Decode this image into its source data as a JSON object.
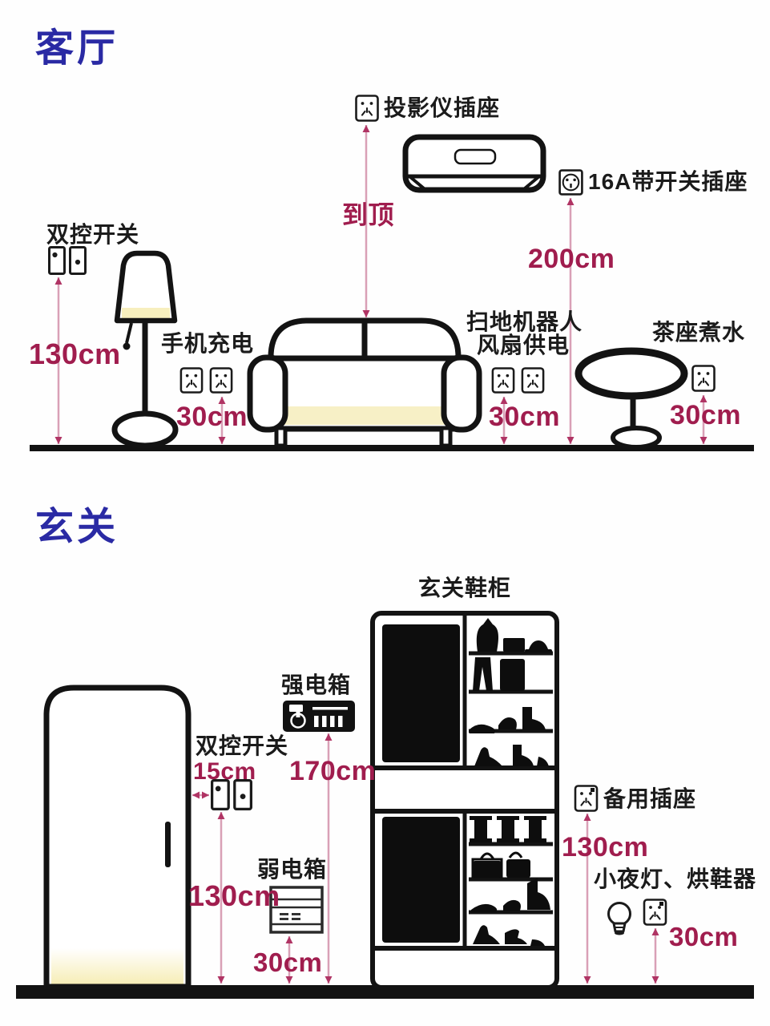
{
  "doc_type": "home-wiring-height-diagram",
  "colors": {
    "title_blue": "#2a2aa4",
    "measure_red": "#a01d4e",
    "arrow_pink": "#b03464",
    "line_pink": "#d9a0b6",
    "ink": "#1b1b1b",
    "warm_glow": "#f7efbe"
  },
  "living_room": {
    "title": "客厅",
    "labels": {
      "projector_socket": "投影仪插座",
      "switch_socket_16a": "16A带开关插座",
      "to_ceiling": "到顶",
      "h200": "200cm",
      "double_switch": "双控开关",
      "h130": "130cm",
      "phone_charging": "手机充电",
      "h30_phone": "30cm",
      "robot_line1": "扫地机器人",
      "robot_line2": "风扇供电",
      "h30_robot": "30cm",
      "tea_table": "茶座煮水",
      "h30_tea": "30cm"
    }
  },
  "entryway": {
    "title": "玄关",
    "labels": {
      "shoe_cabinet": "玄关鞋柜",
      "strong_box": "强电箱",
      "h170": "170cm",
      "double_switch": "双控开关",
      "d15": "15cm",
      "h130_switch": "130cm",
      "weak_box": "弱电箱",
      "h30_weak": "30cm",
      "spare_socket": "备用插座",
      "h130_spare": "130cm",
      "night_light_shoe_dryer": "小夜灯、烘鞋器",
      "h30_night": "30cm"
    }
  }
}
